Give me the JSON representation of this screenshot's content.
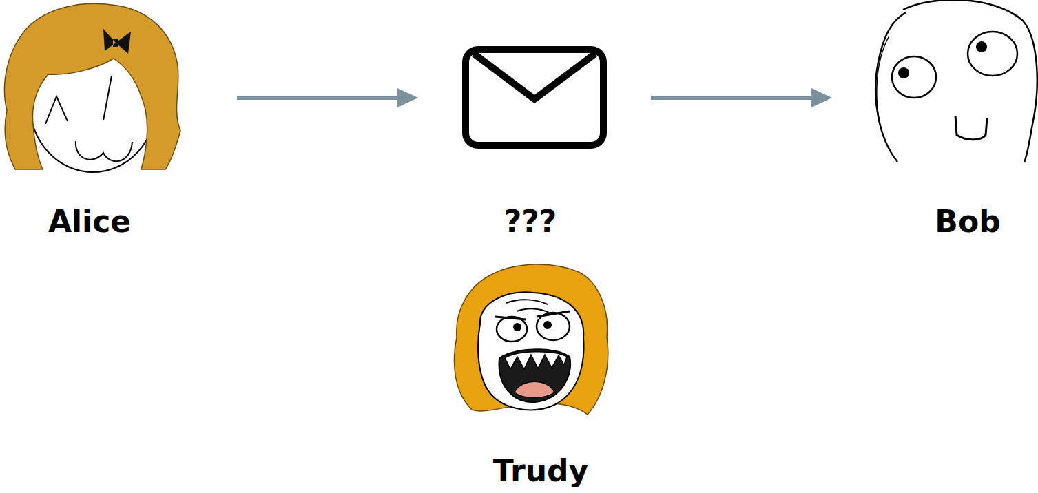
{
  "diagram": {
    "nodes": [
      {
        "text": [
          "Alice"
        ]
      },
      {
        "text": [
          "???"
        ]
      },
      {
        "text": [
          "Bob"
        ]
      },
      {
        "text": [
          "Trudy"
        ]
      }
    ],
    "edges": [
      {
        "from": 0,
        "to": 1,
        "arrow": "to"
      },
      {
        "from": 1,
        "to": 2,
        "arrow": "to"
      }
    ]
  }
}
